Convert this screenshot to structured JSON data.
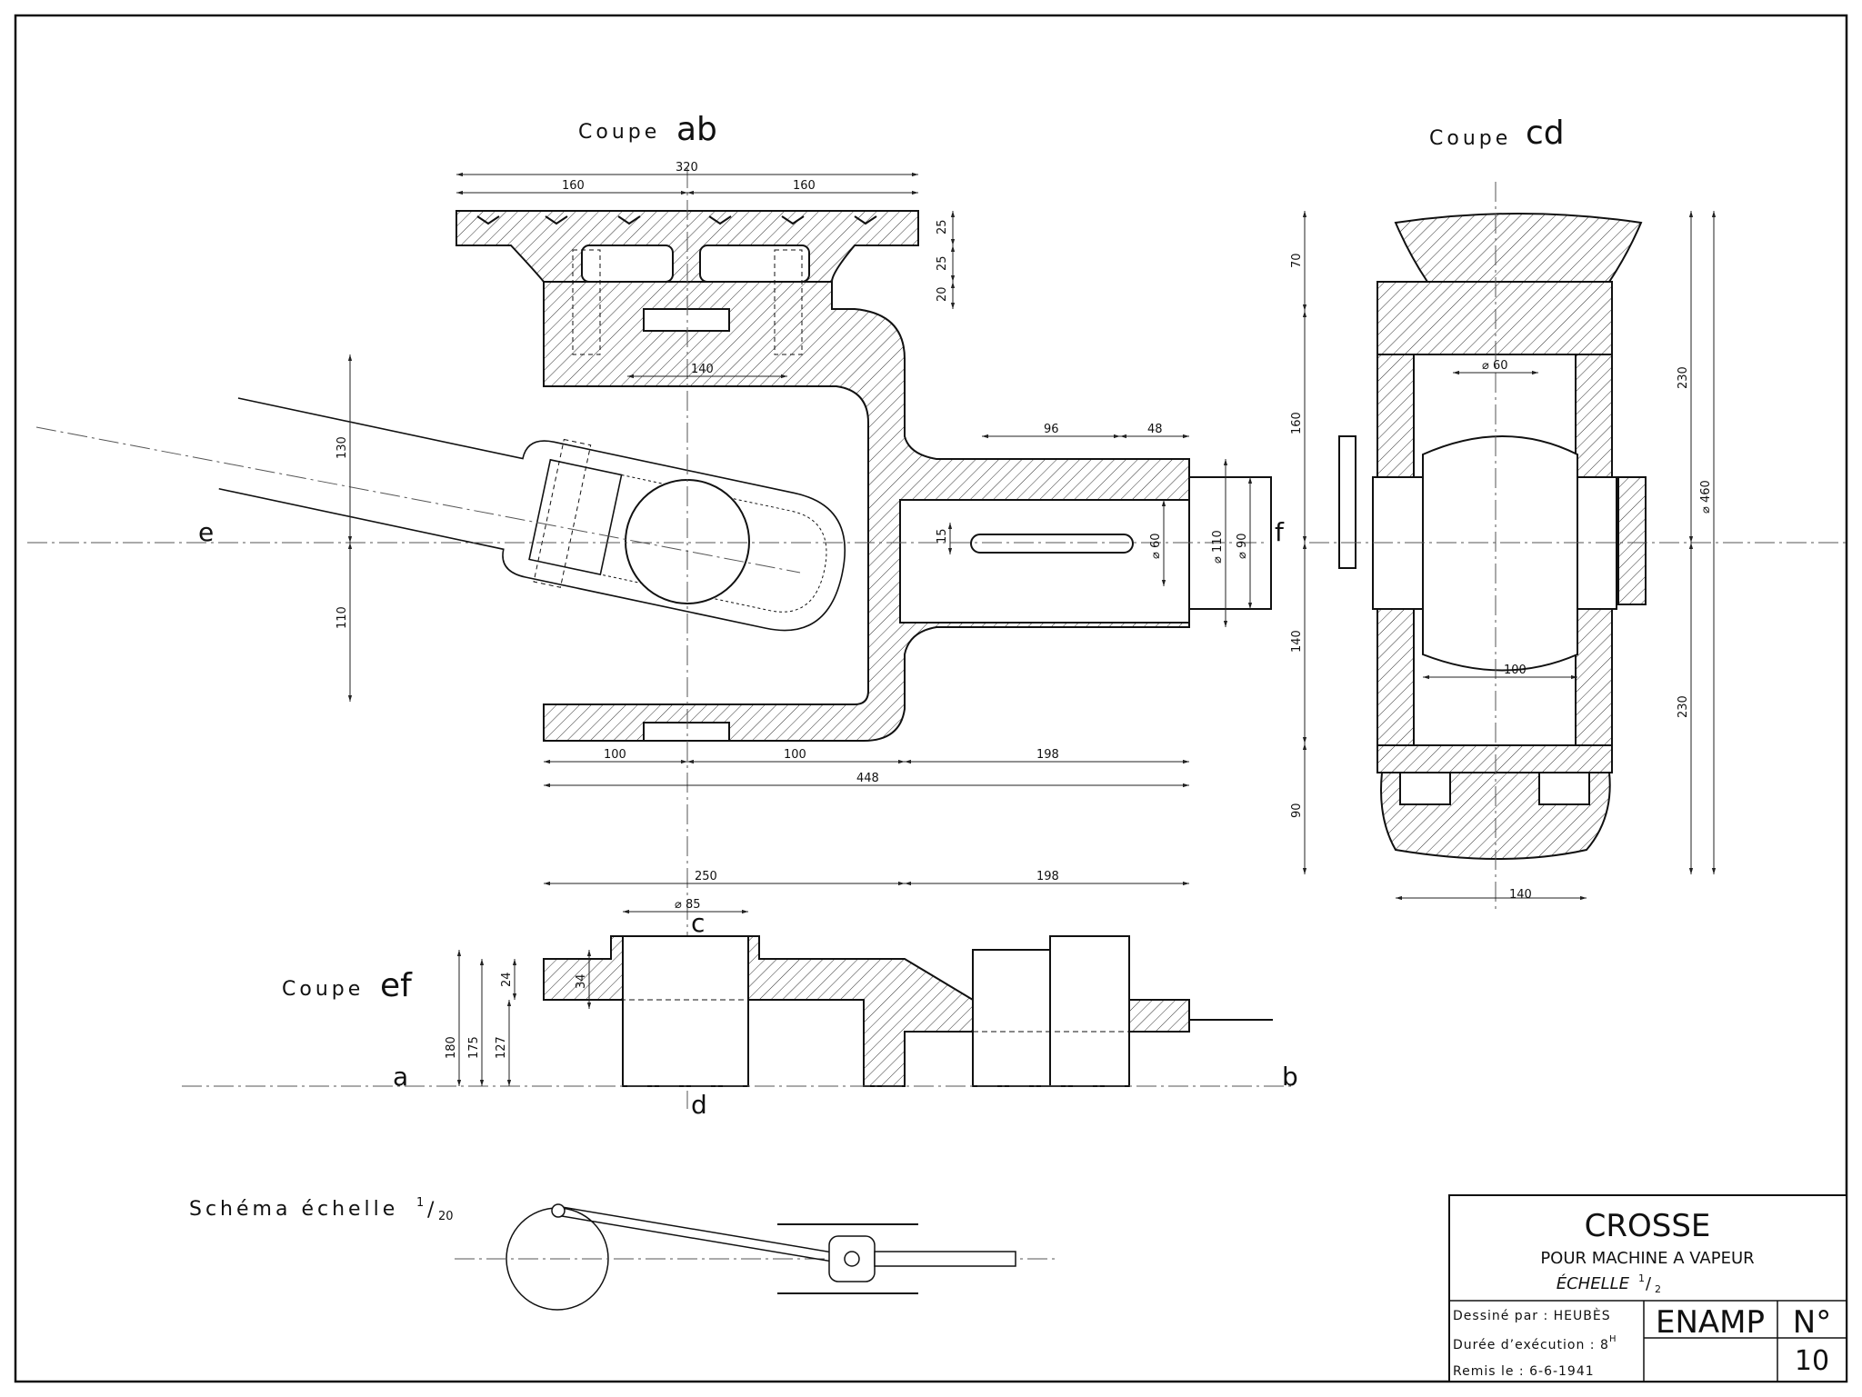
{
  "views": {
    "ab": {
      "title_prefix": "Coupe",
      "title_letters": "ab"
    },
    "cd": {
      "title_prefix": "Coupe",
      "title_letters": "cd"
    },
    "ef": {
      "title_prefix": "Coupe",
      "title_letters": "ef"
    }
  },
  "schema": {
    "label": "Schéma échelle",
    "scale_num": "1",
    "scale_den": "20"
  },
  "section_letters": {
    "a": "a",
    "b": "b",
    "c": "c",
    "d": "d",
    "e": "e",
    "f": "f"
  },
  "dims_ab": {
    "d320": "320",
    "d160a": "160",
    "d160b": "160",
    "d25a": "25",
    "d25b": "25",
    "d20": "20",
    "d140": "140",
    "d130": "130",
    "d110": "110",
    "d96": "96",
    "d48": "48",
    "d15": "15",
    "phi60": "⌀ 60",
    "phi110": "⌀ 110",
    "phi90": "⌀ 90",
    "d100a": "100",
    "d100b": "100",
    "d198": "198",
    "d448": "448"
  },
  "dims_cd": {
    "d70": "70",
    "d160": "160",
    "d140v": "140",
    "d90": "90",
    "d230a": "230",
    "d230b": "230",
    "phi460": "⌀ 460",
    "phi60": "⌀ 60",
    "d100": "100",
    "d140h": "140"
  },
  "dims_ef": {
    "d250": "250",
    "d198": "198",
    "phi85": "⌀ 85",
    "d34": "34",
    "d24": "24",
    "d180": "180",
    "d175": "175",
    "d127": "127"
  },
  "title_block": {
    "name": "CROSSE",
    "subtitle": "POUR MACHINE A VAPEUR",
    "scale_label": "ÉCHELLE",
    "scale_num": "1",
    "scale_den": "2",
    "drawn_by": "Dessiné par : HEUBÈS",
    "duration": "Durée d’exécution : 8",
    "duration_sup": "H",
    "delivered": "Remis le : 6-6-1941",
    "school": "ENAMP",
    "number_label": "N°",
    "number": "10"
  },
  "colors": {
    "ink": "#1a1a1a",
    "paper": "#ffffff",
    "hatch": "#333333"
  }
}
